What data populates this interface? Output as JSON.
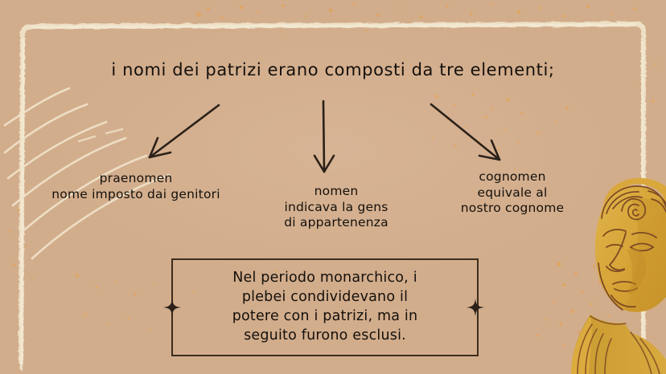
{
  "slide": {
    "title": "i nomi dei patrizi erano composti da tre elementi;",
    "background_color": "#d2ad8c",
    "frame_color": "#efe3c8",
    "text_color": "#14100c",
    "accent_speckle_color": "#e8a04a",
    "statue_color": "#d9a73c"
  },
  "branches": [
    {
      "id": "praenomen",
      "label": "praenomen\nnome imposto dai genitori",
      "arrow": "arrow-down-left"
    },
    {
      "id": "nomen",
      "label": "nomen\nindicava la gens\ndi appartenenza",
      "arrow": "arrow-down"
    },
    {
      "id": "cognomen",
      "label": "cognomen\nequivale al\nnostro cognome",
      "arrow": "arrow-down-right"
    }
  ],
  "callout": {
    "text": "Nel periodo monarchico, i\nplebei condividevano il\npotere con i patrizi, ma in\nseguito furono esclusi.",
    "border_color": "#3b2d1e",
    "ornament": "four-point-star"
  },
  "decor": {
    "corner_lines": "fan-lines-top-left",
    "statue": "roman-bust-illustration"
  }
}
